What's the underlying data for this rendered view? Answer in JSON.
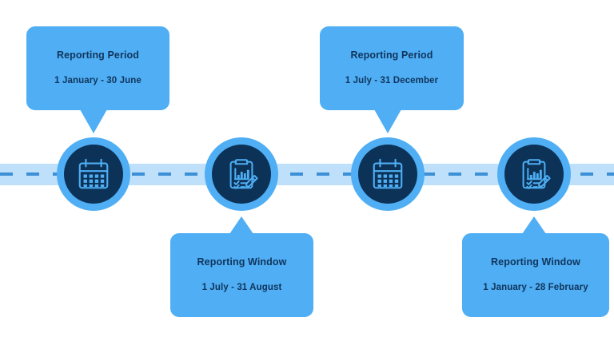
{
  "diagram": {
    "type": "timeline",
    "title": "Reporting periods and reporting windows timeline",
    "colors": {
      "accent": "#4FAEF4",
      "dark": "#0C3257",
      "band": "#BFE0FA",
      "dash": "#3D8FD6",
      "text": "#10355C",
      "background": "#FFFFFF"
    }
  },
  "nodes": [
    {
      "icon": "calendar-icon",
      "label": "reporting-period-1"
    },
    {
      "icon": "clipboard-chart-pencil-icon",
      "label": "reporting-window-1"
    },
    {
      "icon": "calendar-icon",
      "label": "reporting-period-2"
    },
    {
      "icon": "clipboard-chart-pencil-icon",
      "label": "reporting-window-2"
    }
  ],
  "callouts": [
    {
      "title": "Reporting Period",
      "dates": "1 January - 30 June",
      "position": "above"
    },
    {
      "title": "Reporting Window",
      "dates": "1 July - 31 August",
      "position": "below"
    },
    {
      "title": "Reporting Period",
      "dates": "1 July - 31 December",
      "position": "above"
    },
    {
      "title": "Reporting Window",
      "dates": "1 January - 28 February",
      "position": "below"
    }
  ]
}
